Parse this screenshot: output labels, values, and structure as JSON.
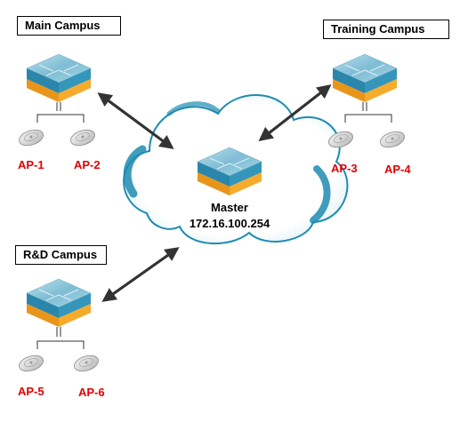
{
  "campuses": [
    {
      "name": "Main Campus",
      "aps": [
        "AP-1",
        "AP-2"
      ]
    },
    {
      "name": "Training Campus",
      "aps": [
        "AP-3",
        "AP-4"
      ]
    },
    {
      "name": "R&D Campus",
      "aps": [
        "AP-5",
        "AP-6"
      ]
    }
  ],
  "master": {
    "label": "Master",
    "ip": "172.16.100.254"
  },
  "colors": {
    "switch_top": "#8ec8dc",
    "switch_blue": "#2f8fb4",
    "switch_orange": "#f0a020",
    "ap_label": "#e30000",
    "cloud_edge": "#1e8bb0",
    "arrow": "#333333"
  },
  "icons": [
    "controller-switch-icon",
    "access-point-icon",
    "cloud-icon",
    "bidirectional-arrow-icon"
  ]
}
